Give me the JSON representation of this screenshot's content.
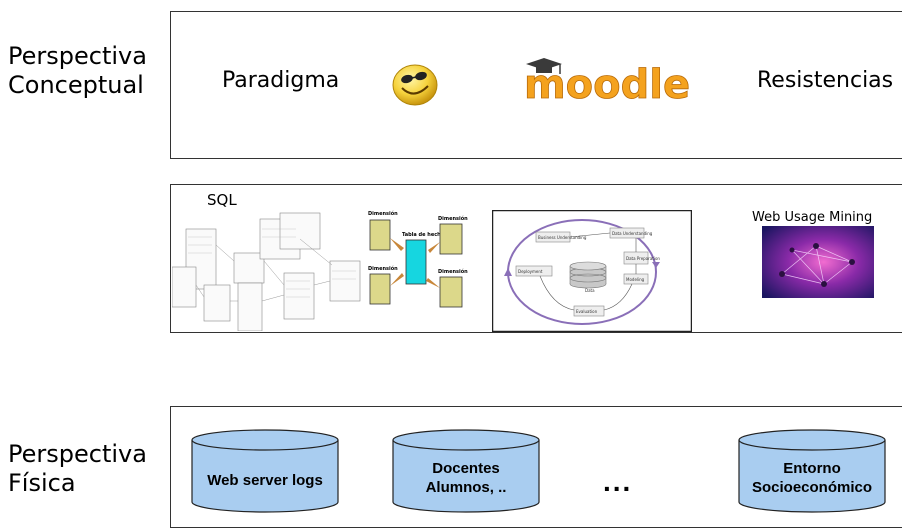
{
  "left_labels": {
    "conceptual": [
      "Perspectiva",
      "Conceptual"
    ],
    "fisica": [
      "Perspectiva",
      "Física"
    ]
  },
  "top_panel": {
    "paradigma": "Paradigma",
    "moodle": "moodle",
    "resistencias": "Resistencias"
  },
  "middle_panel": {
    "sql": "SQL",
    "web_usage": "Web Usage Mining",
    "star_schema": {
      "dim_tl": "Dimensión",
      "dim_tr": "Dimensión",
      "dim_bl": "Dimensión",
      "dim_br": "Dimensión",
      "fact": "Tabla de hechos"
    },
    "crisp": {
      "business": "Business Understanding",
      "data_und": "Data Understanding",
      "data_prep": "Data Preparation",
      "modeling": "Modeling",
      "evaluation": "Evaluation",
      "deployment": "Deployment",
      "data": "Data"
    }
  },
  "bottom_panel": {
    "cyl1": [
      "Web server logs"
    ],
    "cyl2": [
      "Docentes",
      "Alumnos, .."
    ],
    "cyl3": [
      "Entorno",
      "Socioeconómico"
    ],
    "ellipsis": "..."
  },
  "colors": {
    "cylinder": "#a9cdf0",
    "fact_table": "#16d6e0",
    "dimension": "#dcd88a",
    "crisp_circle": "#8a6fb8",
    "moodle_orange": "#f4a21e"
  },
  "icons": [
    "smiley-icon",
    "graduation-cap-icon"
  ]
}
